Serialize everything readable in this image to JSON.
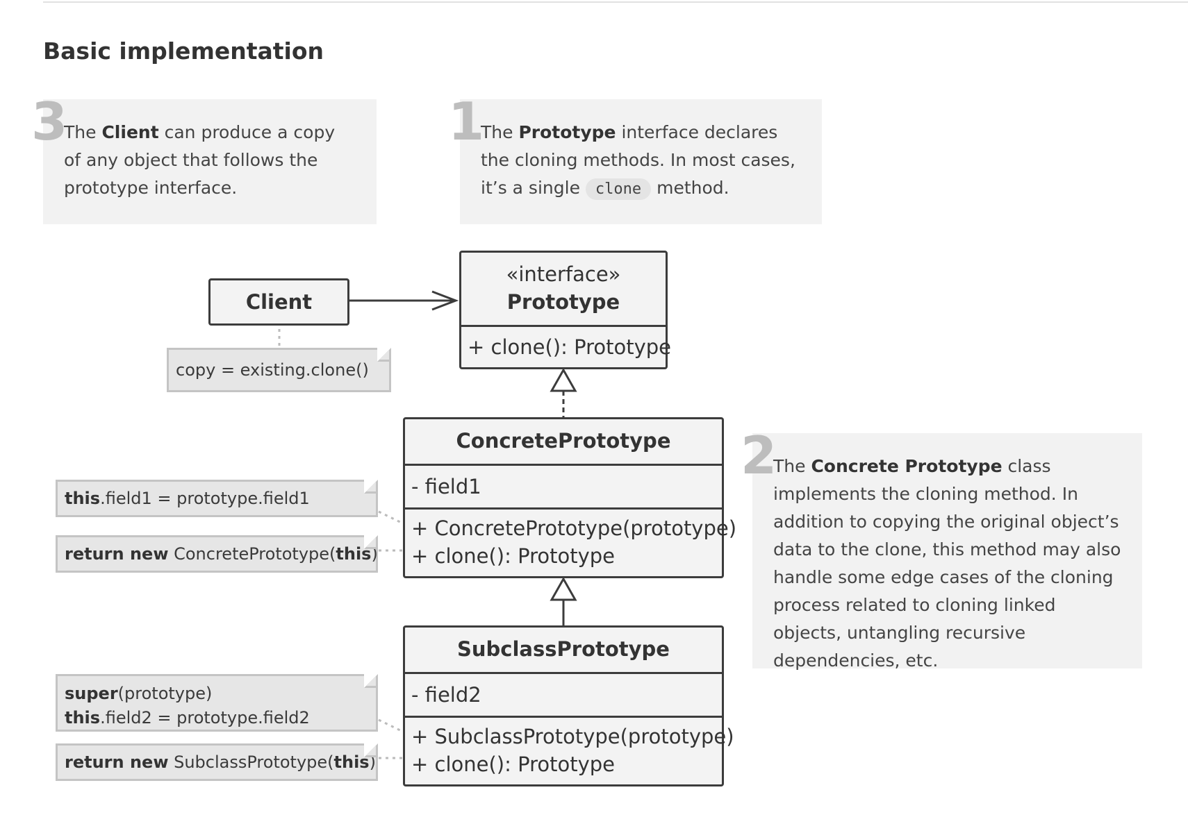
{
  "heading": "Basic implementation",
  "callouts": [
    {
      "number": "3",
      "parts": [
        {
          "text": "The ",
          "bold": false
        },
        {
          "text": "Client",
          "bold": true
        },
        {
          "text": " can produce a copy of any object that follows the prototype interface.",
          "bold": false
        }
      ]
    },
    {
      "number": "1",
      "parts": [
        {
          "text": "The ",
          "bold": false
        },
        {
          "text": "Prototype",
          "bold": true
        },
        {
          "text": " interface declares the cloning methods. In most cases, it’s a single ",
          "bold": false
        },
        {
          "text": "clone",
          "code": true
        },
        {
          "text": " method.",
          "bold": false
        }
      ]
    },
    {
      "number": "2",
      "parts": [
        {
          "text": "The ",
          "bold": false
        },
        {
          "text": "Concrete Prototype",
          "bold": true
        },
        {
          "text": " class implements the cloning method. In addition to copying the original object’s data to the clone, this method may also handle some edge cases of the cloning process related to cloning linked objects, untangling recursive dependencies, etc.",
          "bold": false
        }
      ]
    }
  ],
  "classes": {
    "client": {
      "name": "Client"
    },
    "prototype": {
      "stereotype": "«interface»",
      "name": "Prototype",
      "methods": [
        "+ clone(): Prototype"
      ]
    },
    "concrete": {
      "name": "ConcretePrototype",
      "fields": [
        "- field1"
      ],
      "methods": [
        "+ ConcretePrototype(prototype)",
        "+ clone(): Prototype"
      ]
    },
    "subclass": {
      "name": "SubclassPrototype",
      "fields": [
        "- field2"
      ],
      "methods": [
        "+ SubclassPrototype(prototype)",
        "+ clone(): Prototype"
      ]
    }
  },
  "notes": {
    "client_note": [
      [
        {
          "text": "copy = existing.clone()",
          "bold": false
        }
      ]
    ],
    "concrete_ctor": [
      [
        {
          "text": "this",
          "bold": true
        },
        {
          "text": ".field1 = prototype.field1",
          "bold": false
        }
      ]
    ],
    "concrete_clone": [
      [
        {
          "text": "return new",
          "bold": true
        },
        {
          "text": " ConcretePrototype(",
          "bold": false
        },
        {
          "text": "this",
          "bold": true
        },
        {
          "text": ")",
          "bold": false
        }
      ]
    ],
    "subclass_ctor": [
      [
        {
          "text": "super",
          "bold": true
        },
        {
          "text": "(prototype)",
          "bold": false
        }
      ],
      [
        {
          "text": "this",
          "bold": true
        },
        {
          "text": ".field2 = prototype.field2",
          "bold": false
        }
      ]
    ],
    "subclass_clone": [
      [
        {
          "text": "return new",
          "bold": true
        },
        {
          "text": " SubclassPrototype(",
          "bold": false
        },
        {
          "text": "this",
          "bold": true
        },
        {
          "text": ")",
          "bold": false
        }
      ]
    ]
  },
  "colors": {
    "line": "#3c3c3c",
    "note_border": "#c4c4c4",
    "callout_bg": "#f2f2f2",
    "class_bg": "#f3f3f3"
  }
}
